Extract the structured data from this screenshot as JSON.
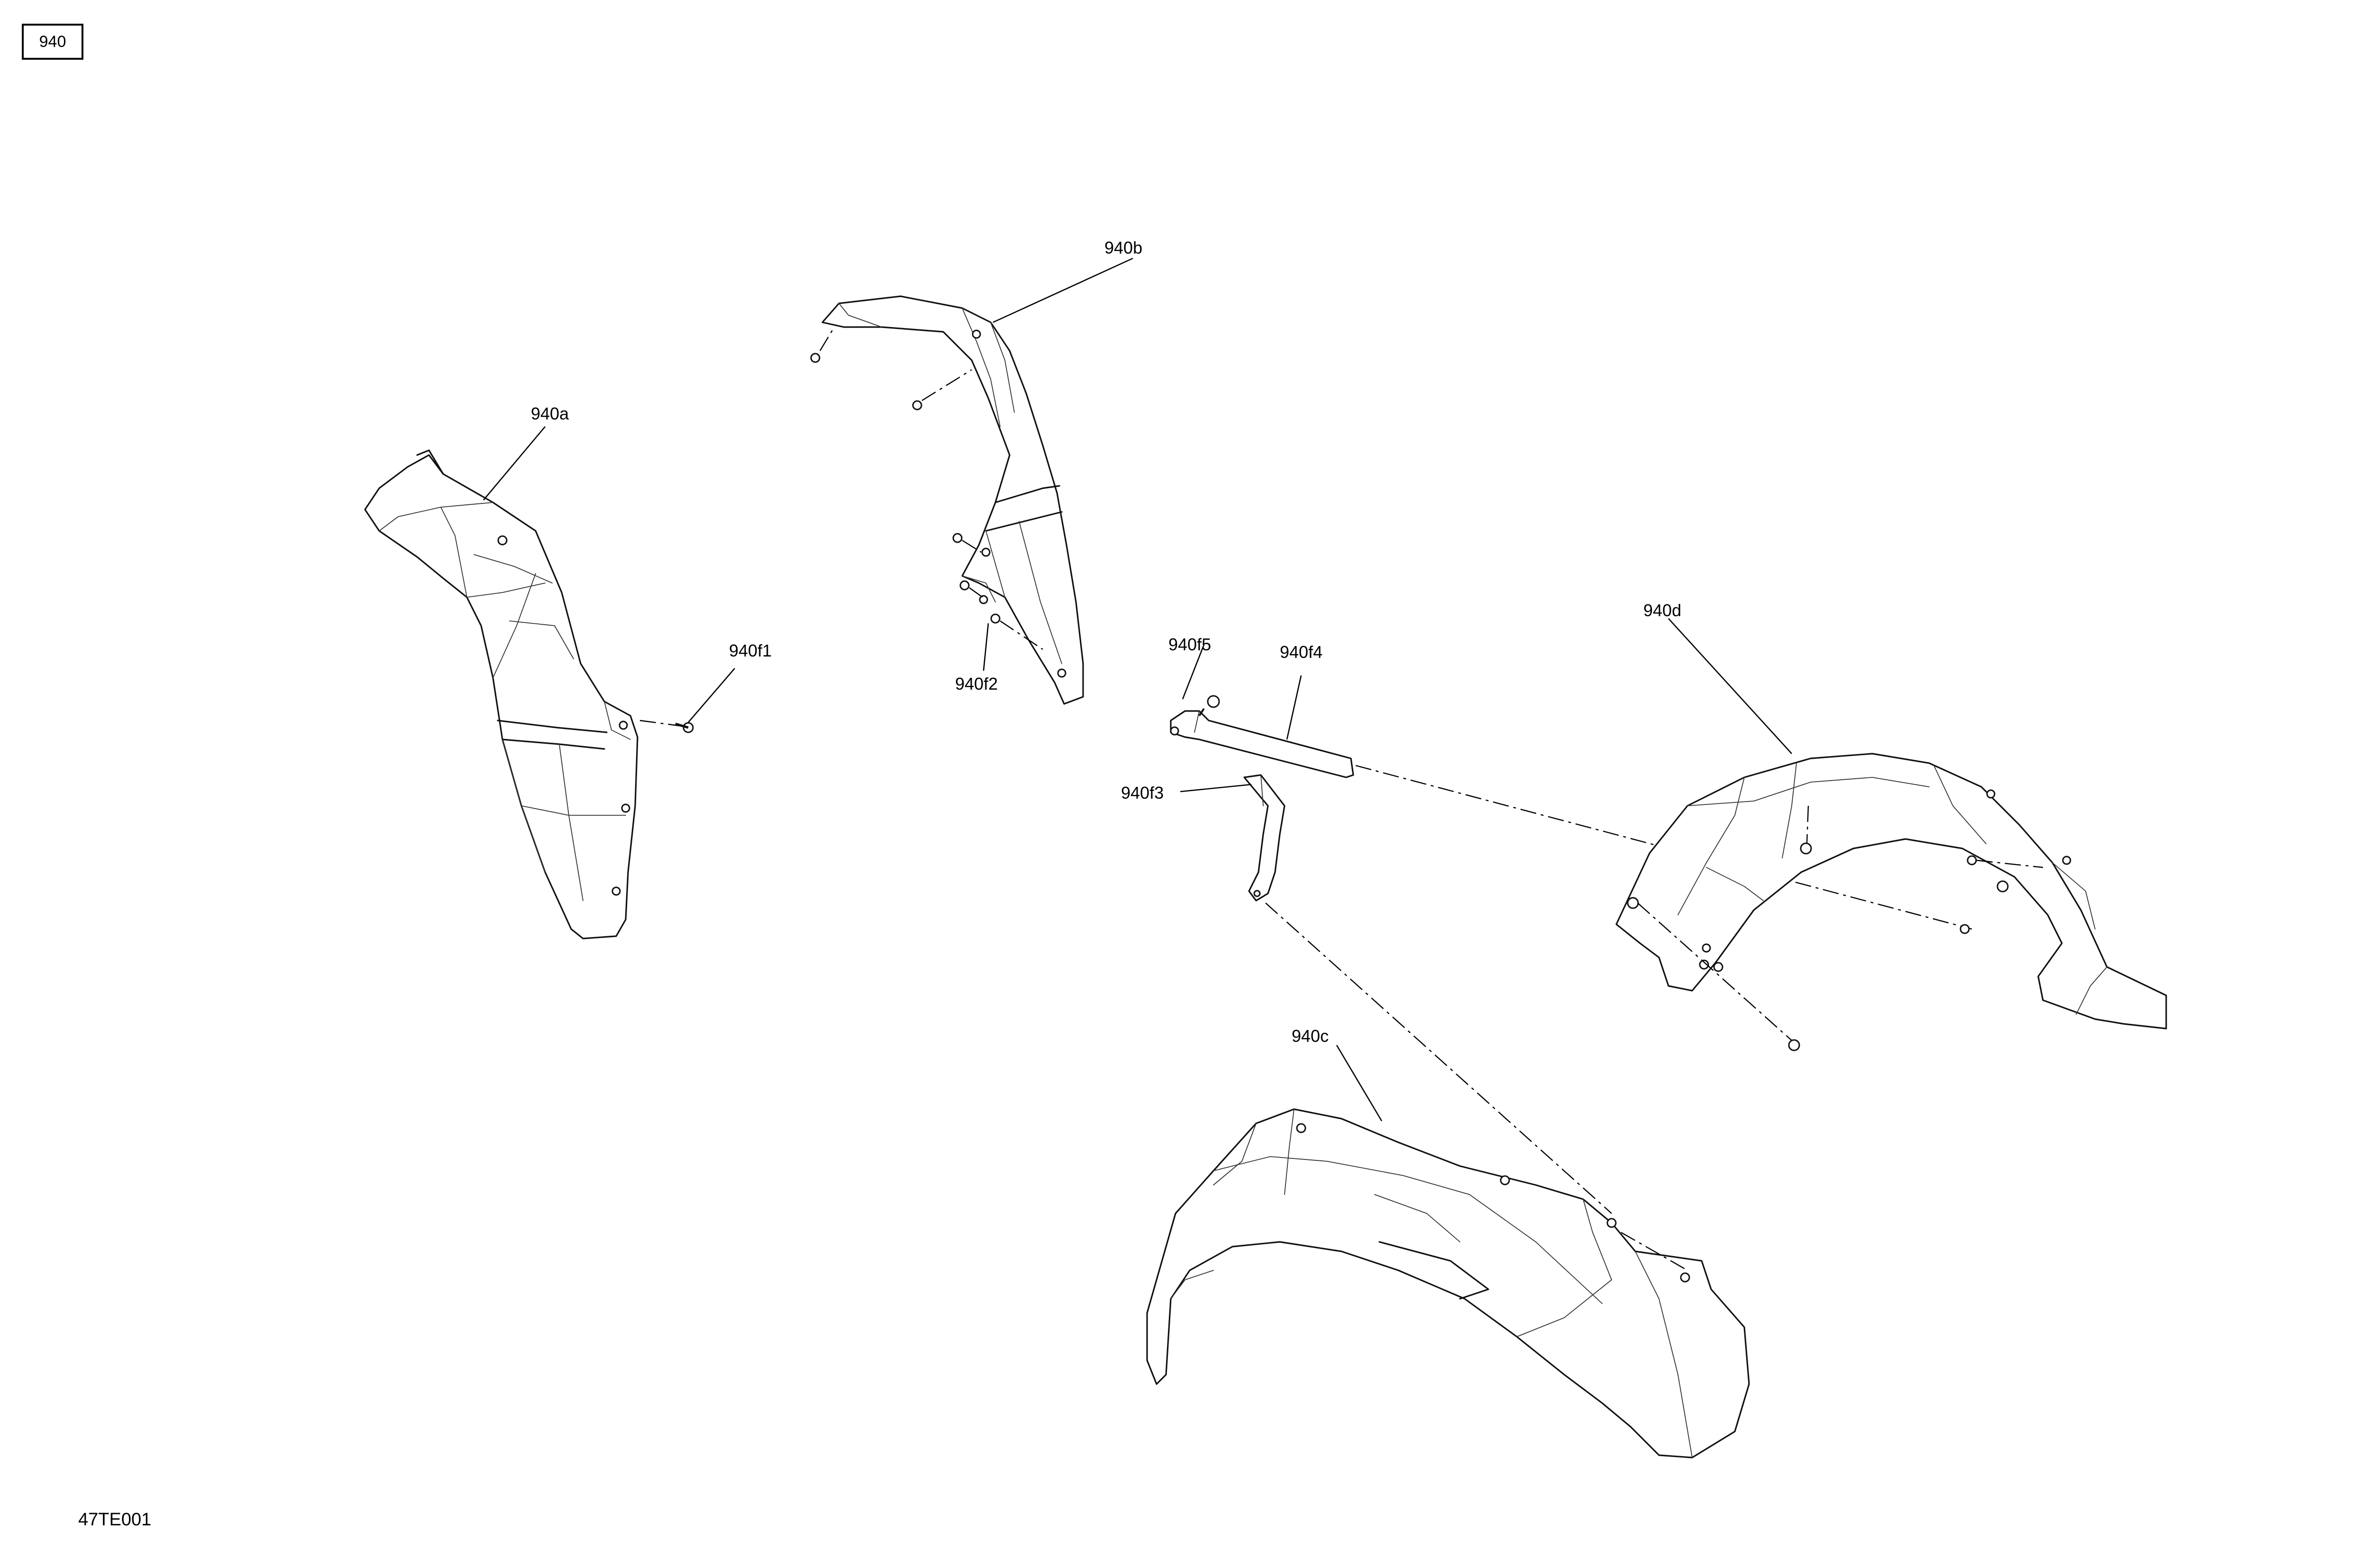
{
  "page_tag": "940",
  "drawing_code": "47TE001",
  "callouts": {
    "a": "940a",
    "b": "940b",
    "c": "940c",
    "d": "940d",
    "f1": "940f1",
    "f2": "940f2",
    "f3": "940f3",
    "f4": "940f4",
    "f5": "940f5"
  },
  "parts": [
    {
      "ref": "940a",
      "icon": "front-left-fender-panel-icon"
    },
    {
      "ref": "940b",
      "icon": "front-right-fender-panel-icon"
    },
    {
      "ref": "940c",
      "icon": "rear-left-fender-icon"
    },
    {
      "ref": "940d",
      "icon": "rear-right-fender-icon"
    },
    {
      "ref": "940f1",
      "icon": "screw-icon"
    },
    {
      "ref": "940f2",
      "icon": "push-rivet-icon"
    },
    {
      "ref": "940f3",
      "icon": "support-bracket-icon"
    },
    {
      "ref": "940f4",
      "icon": "mounting-bracket-icon"
    },
    {
      "ref": "940f5",
      "icon": "bolt-icon"
    }
  ]
}
